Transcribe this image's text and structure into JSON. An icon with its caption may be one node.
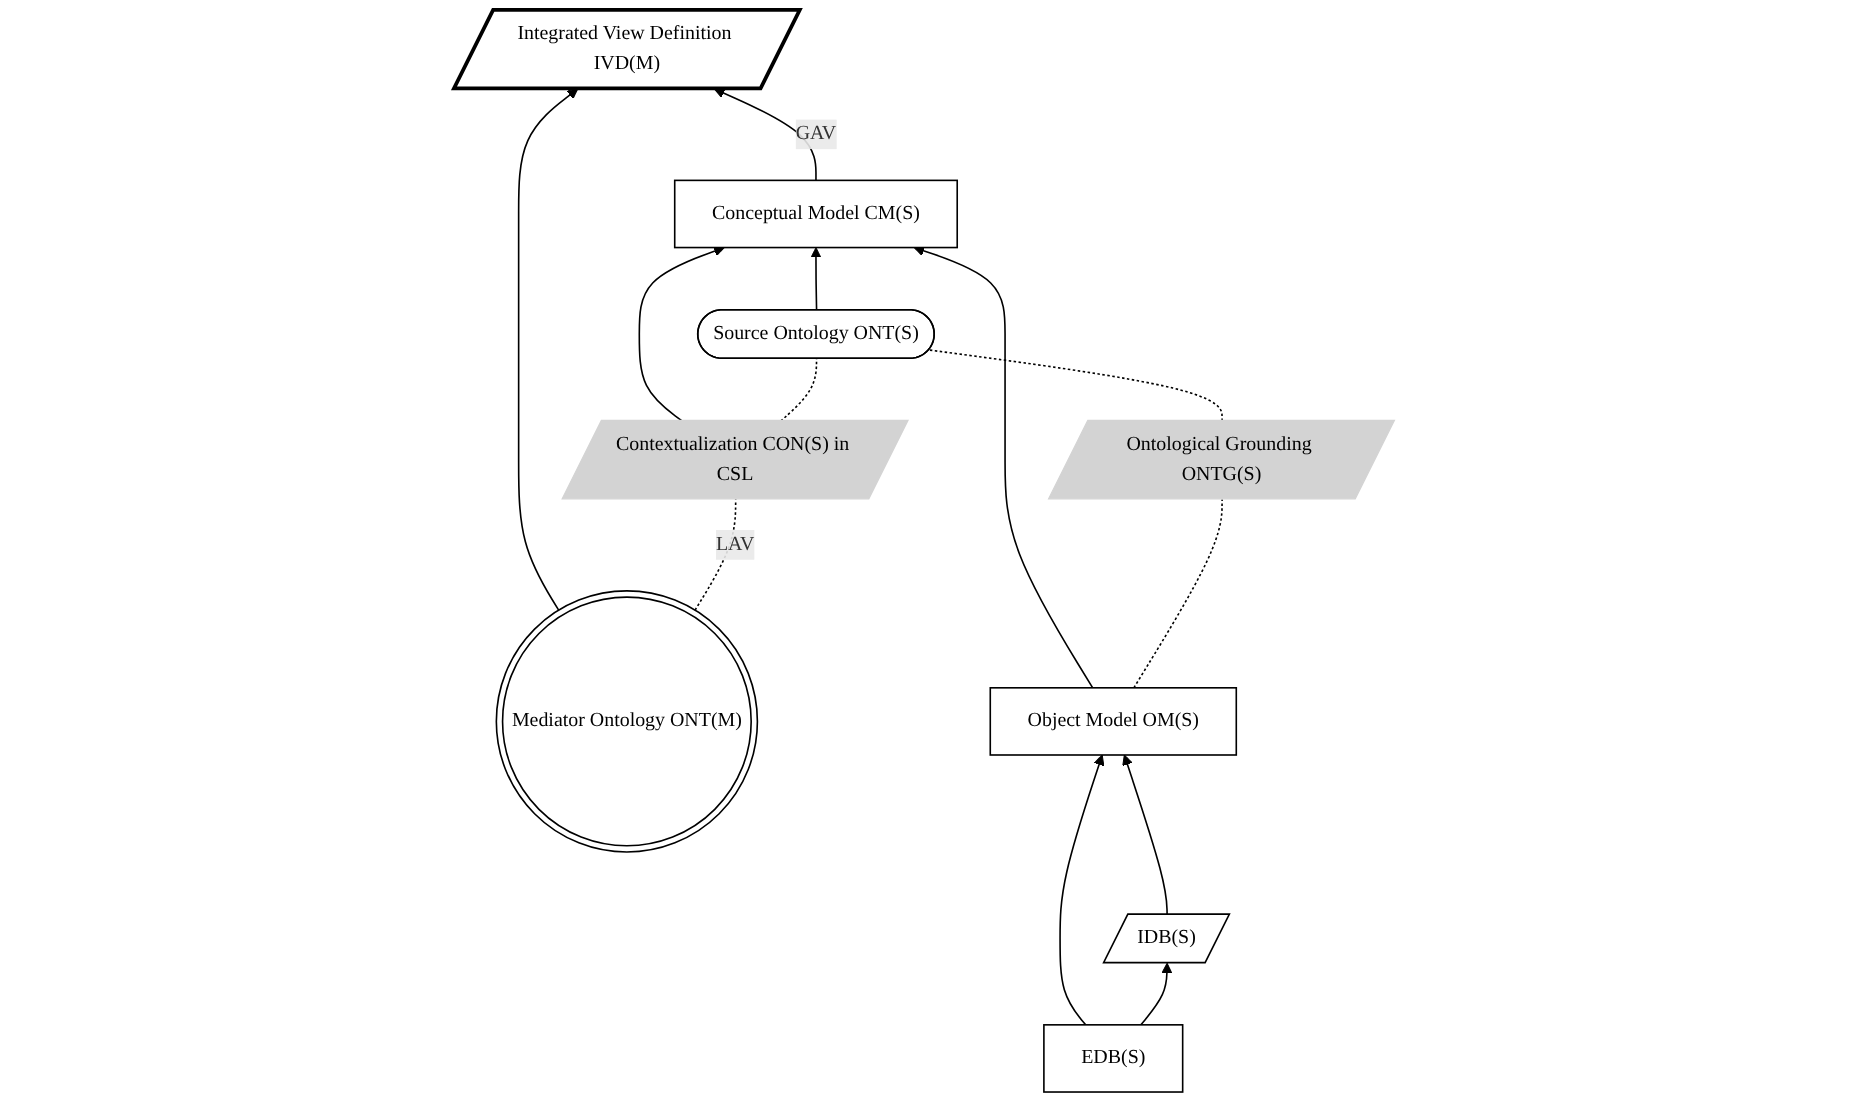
{
  "diagram": {
    "nodes": [
      {
        "text": [
          "Integrated View Definition IVD(M)"
        ]
      },
      {
        "text": [
          "Mediator Ontology ONT(M)"
        ]
      },
      {
        "text": [
          "Conceptual Model CM(S)"
        ]
      },
      {
        "text": [
          "Ontological Grounding ONTG(S)"
        ]
      },
      {
        "text": [
          "Object Model OM(S)"
        ]
      },
      {
        "text": [
          "Contextualization CON(S) in CSL"
        ]
      },
      {
        "text": [
          "Source Ontology ONT(S)"
        ]
      },
      {
        "text": [
          "IDB(S)"
        ]
      },
      {
        "text": [
          "EDB(S)"
        ]
      }
    ],
    "edges": [
      {
        "from": 1,
        "to": 0,
        "arrow": "to"
      },
      {
        "from": 2,
        "to": 0,
        "arrow": "to",
        "label": "GAV"
      },
      {
        "from": 4,
        "to": 2,
        "arrow": "to"
      },
      {
        "from": 5,
        "to": 2,
        "arrow": "to"
      },
      {
        "from": 6,
        "to": 2,
        "arrow": "to"
      },
      {
        "from": 4,
        "to": 3,
        "arrow": "none",
        "style": "dashed"
      },
      {
        "from": 3,
        "to": 6,
        "arrow": "none",
        "style": "dashed"
      },
      {
        "from": 1,
        "to": 5,
        "arrow": "none",
        "style": "dashed",
        "label": "LAV"
      },
      {
        "from": 5,
        "to": 6,
        "arrow": "none",
        "style": "dashed"
      },
      {
        "from": 7,
        "to": 4,
        "arrow": "to"
      },
      {
        "from": 8,
        "to": 4,
        "arrow": "to"
      },
      {
        "from": 8,
        "to": 7,
        "arrow": "to"
      }
    ]
  }
}
